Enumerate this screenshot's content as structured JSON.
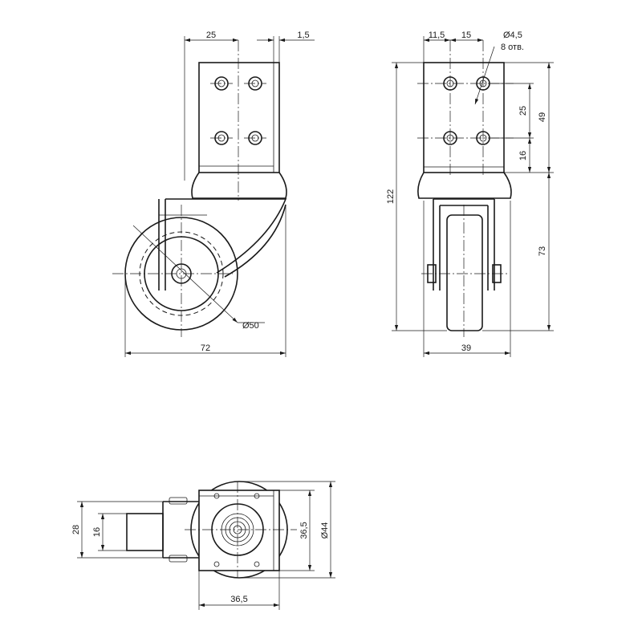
{
  "dimensions": {
    "side_bracket_width": "25",
    "side_plate_thickness": "1,5",
    "wheel_diameter": "Ø50",
    "overall_length": "72",
    "hole_spacing_x_a": "11,5",
    "hole_spacing_x_b": "15",
    "hole_diameter": "Ø4,5",
    "hole_count": "8 отв.",
    "hole_spacing_y": "25",
    "plate_height": "49",
    "hole_offset_bottom": "16",
    "overall_height": "122",
    "wheel_height": "73",
    "front_width": "39",
    "top_outer_height": "28",
    "top_inner_height": "16",
    "top_plate_height": "36,5",
    "top_wheel_diameter": "Ø44",
    "top_plate_width": "36,5"
  }
}
